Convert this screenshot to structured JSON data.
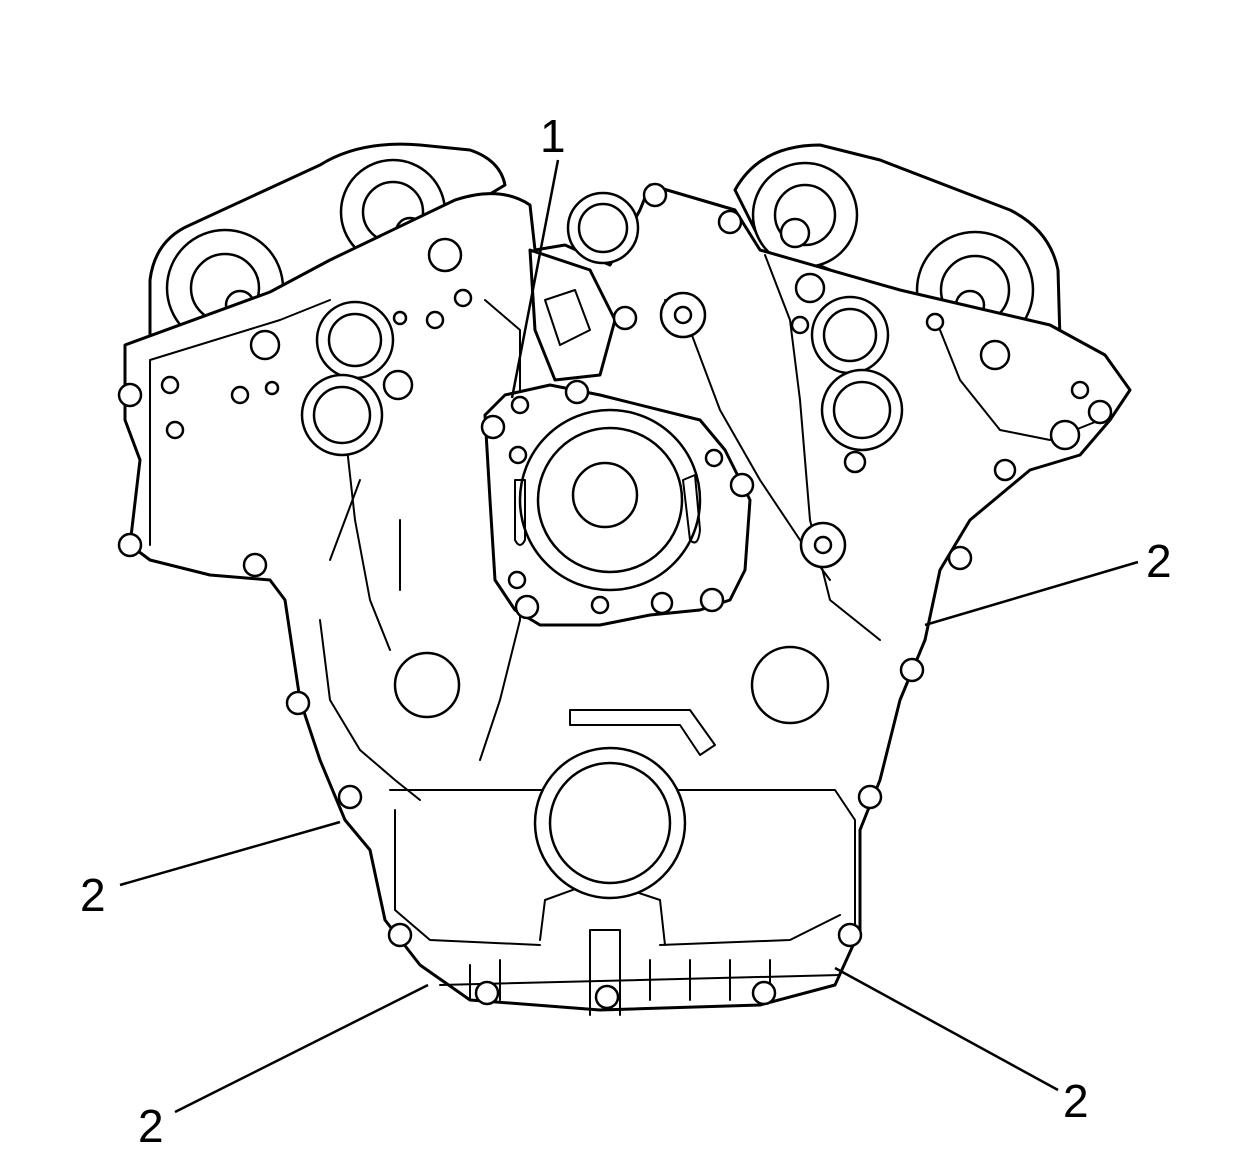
{
  "callouts": {
    "c1": "1",
    "c2a": "2",
    "c2b": "2",
    "c2c": "2",
    "c2d": "2"
  },
  "colors": {
    "line": "#000000",
    "background": "#ffffff"
  }
}
